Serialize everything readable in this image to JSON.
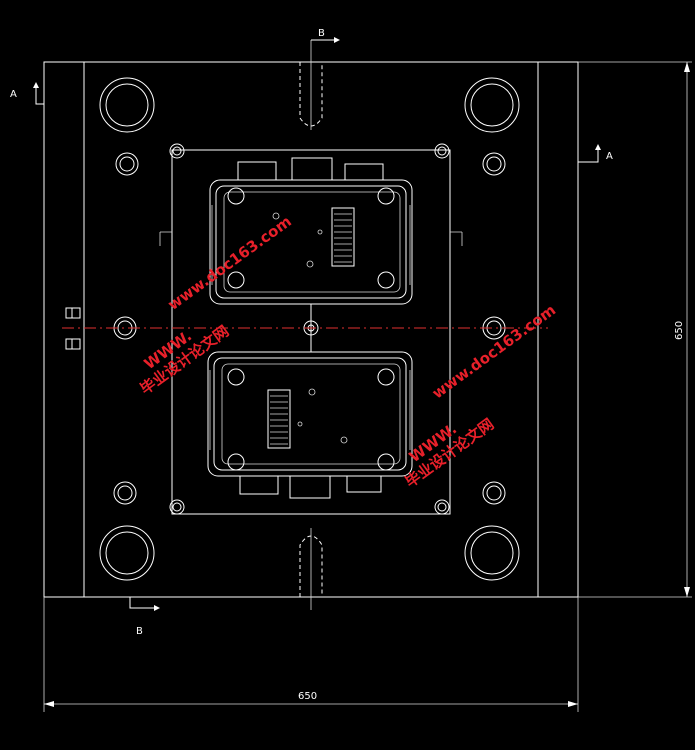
{
  "drawing": {
    "section_label_a": "A",
    "section_label_b": "B",
    "dim_width": "650",
    "dim_height": "650"
  },
  "watermarks": [
    {
      "site": "www.doc163.com",
      "caption": "毕业设计论文网",
      "site_web": "WWW."
    },
    {
      "site": "www.doc163.com",
      "caption": "毕业设计论文网",
      "site_web": "WWW."
    }
  ],
  "colors": {
    "background": "#000000",
    "lines": "#ffffff",
    "centerline": "#e03030",
    "watermark": "#e8202a"
  }
}
